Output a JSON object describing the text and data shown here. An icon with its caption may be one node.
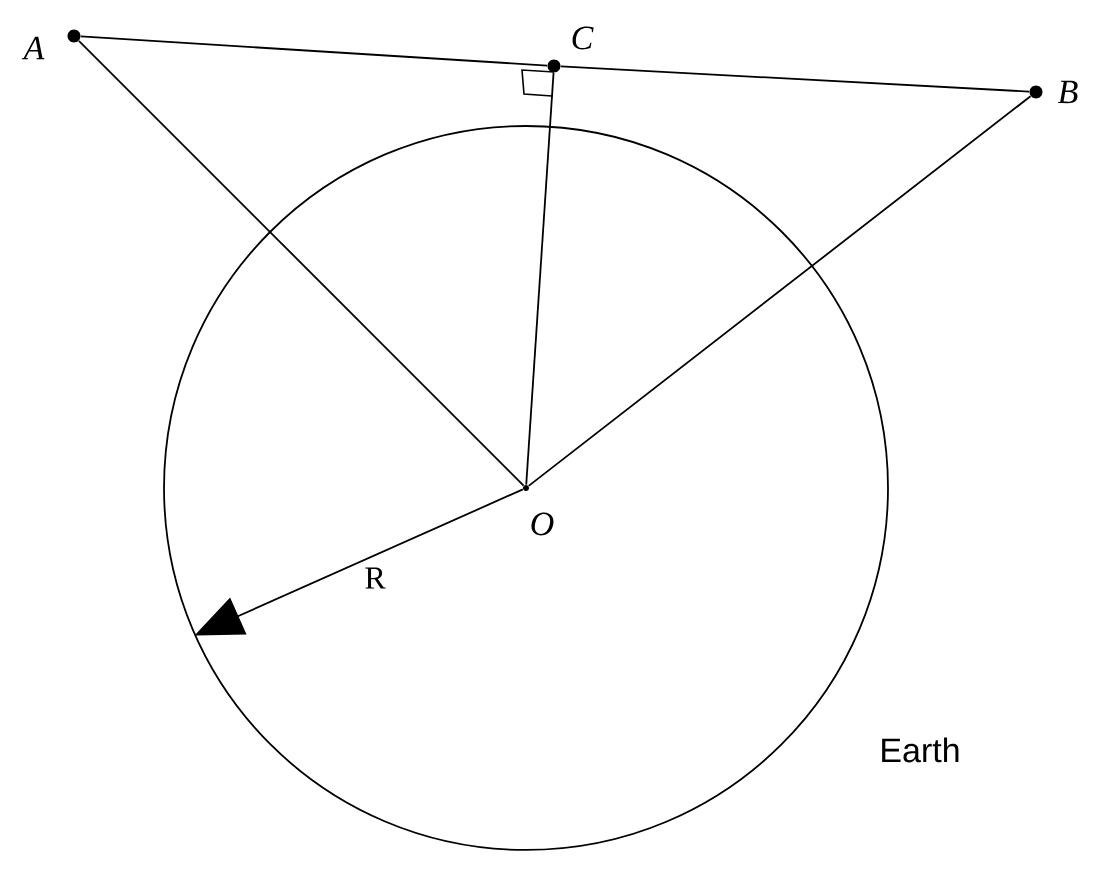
{
  "diagram": {
    "nodes": [
      {
        "text": [
          "A"
        ]
      },
      {
        "text": [
          "C"
        ]
      },
      {
        "text": [
          "B"
        ]
      },
      {
        "text": [
          "Earth"
        ]
      },
      {
        "text": [
          "O"
        ],
        "in": 3
      }
    ],
    "edges": [
      {
        "from": 0,
        "to": 1,
        "arrow": "none"
      },
      {
        "from": 1,
        "to": 2,
        "arrow": "none"
      },
      {
        "from": 0,
        "to": 4,
        "arrow": "none"
      },
      {
        "from": 1,
        "to": 4,
        "arrow": "none"
      },
      {
        "from": 2,
        "to": 4,
        "arrow": "none"
      },
      {
        "from": 4,
        "to": 3,
        "arrow": "to",
        "label": "R"
      }
    ]
  }
}
